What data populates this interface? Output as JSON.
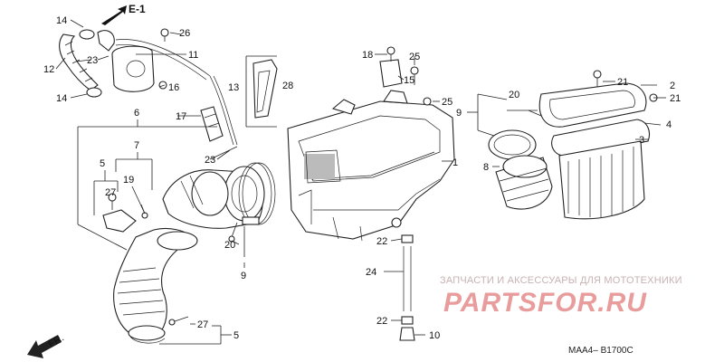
{
  "diagram": {
    "section_ref": "E-1",
    "direction_label": "FR.",
    "drawing_code": "MAA4– B1700C",
    "callouts": [
      "1",
      "2",
      "3",
      "4",
      "5",
      "6",
      "7",
      "8",
      "9",
      "10",
      "11",
      "12",
      "13",
      "14",
      "15",
      "16",
      "17",
      "18",
      "19",
      "20",
      "21",
      "22",
      "23",
      "24",
      "25",
      "26",
      "27",
      "28"
    ]
  },
  "watermark": {
    "text": "ЗАПЧАСТИ И АКСЕССУАРЫ ДЛЯ МОТОТЕХНИКИ",
    "logo": "PARTSFOR.RU"
  }
}
